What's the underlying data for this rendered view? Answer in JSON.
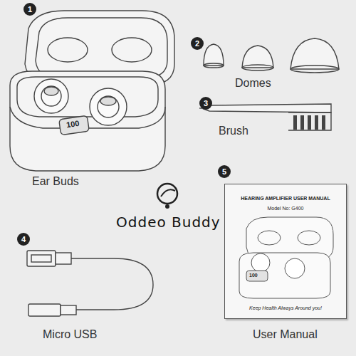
{
  "diagram": {
    "nodes": [
      {
        "text": [
          "HEARING AMPLIFIER USER MANUAL",
          "Model No: G400",
          "100",
          "Keep Health Always Around you!"
        ]
      }
    ],
    "labels": [
      "1",
      "2",
      "3",
      "4",
      "5",
      "Ear Buds",
      "Domes",
      "Brush",
      "Micro USB",
      "User Manual",
      "Oddeo Buddy",
      "100"
    ]
  }
}
